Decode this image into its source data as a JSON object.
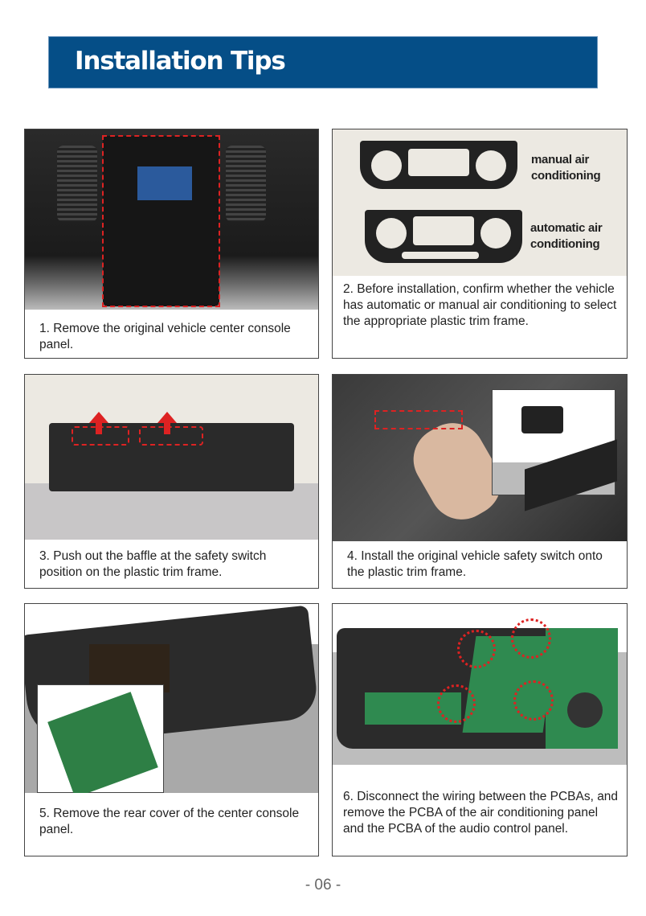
{
  "header": {
    "title": "Installation Tips"
  },
  "steps": [
    {
      "caption": "1. Remove the original vehicle center console panel."
    },
    {
      "caption": "2. Before installation, confirm whether the vehicle has automatic or manual air conditioning to select the appropriate plastic trim frame.",
      "labels": {
        "manual": "manual air conditioning",
        "automatic": "automatic air conditioning"
      }
    },
    {
      "caption": "3. Push out the baffle at the safety switch position on the plastic trim frame."
    },
    {
      "caption": "4. Install the original vehicle safety switch onto the plastic trim frame."
    },
    {
      "caption": "5. Remove the rear cover of the center console panel."
    },
    {
      "caption": "6. Disconnect the wiring between the PCBAs, and remove the PCBA of the air conditioning panel and the PCBA of the audio control panel."
    }
  ],
  "footer": {
    "page": "- 06 -"
  }
}
